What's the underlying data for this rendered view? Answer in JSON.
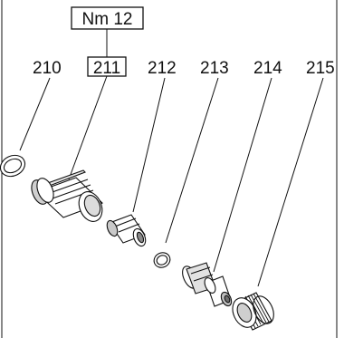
{
  "torque_label": "Nm 12",
  "callouts": {
    "c210": "210",
    "c211": "211",
    "c212": "212",
    "c213": "213",
    "c214": "214",
    "c215": "215"
  },
  "colors": {
    "line": "#111111",
    "part_fill": "#ffffff",
    "part_shade": "#d9d9d9",
    "part_dark": "#7a7a7a"
  }
}
